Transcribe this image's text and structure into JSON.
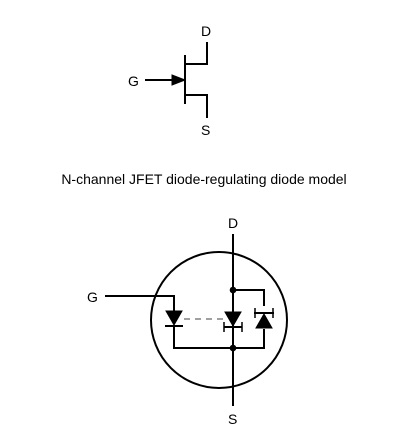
{
  "symbol": {
    "gate_label": "G",
    "drain_label": "D",
    "source_label": "S"
  },
  "caption": "N-channel JFET diode-regulating diode model",
  "model": {
    "gate_label": "G",
    "drain_label": "D",
    "source_label": "S"
  }
}
